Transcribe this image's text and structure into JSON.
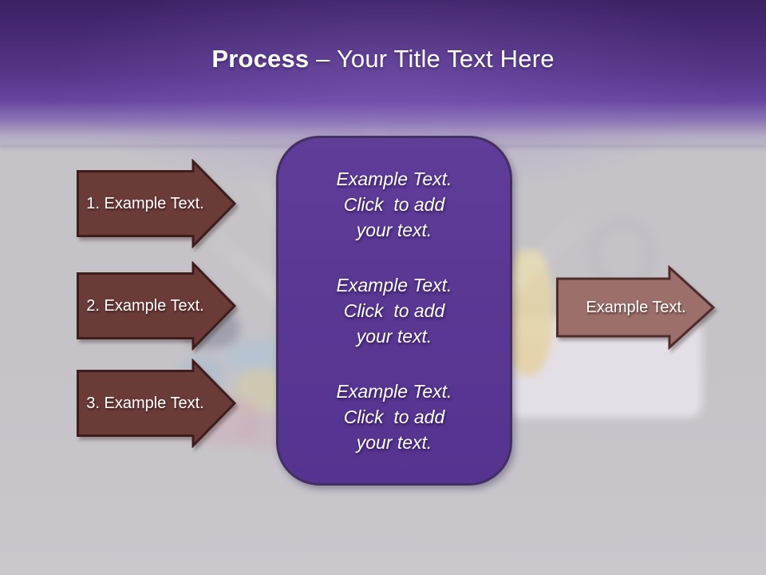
{
  "title": {
    "bold": "Process",
    "rest": " – Your Title Text Here"
  },
  "left_arrows": [
    {
      "label": "1. Example Text."
    },
    {
      "label": "2. Example Text."
    },
    {
      "label": "3. Example Text."
    }
  ],
  "box": {
    "paragraphs": [
      "Example Text.\nClick  to add\nyour text.",
      "Example Text.\nClick  to add\nyour text.",
      "Example Text.\nClick  to add\nyour text."
    ]
  },
  "right_arrow": {
    "label": "Example Text."
  },
  "colors": {
    "header_purple_dark": "#3c2164",
    "header_purple": "#67459f",
    "background_gray": "#c5c2c8",
    "box_fill": "#5a3894",
    "box_border": "#413061",
    "left_arrow_fill": "#6b3b38",
    "left_arrow_border": "#3e1e1d",
    "right_arrow_fill": "#9c6f6a",
    "right_arrow_border": "#4f2b29",
    "text_white": "#ffffff"
  }
}
